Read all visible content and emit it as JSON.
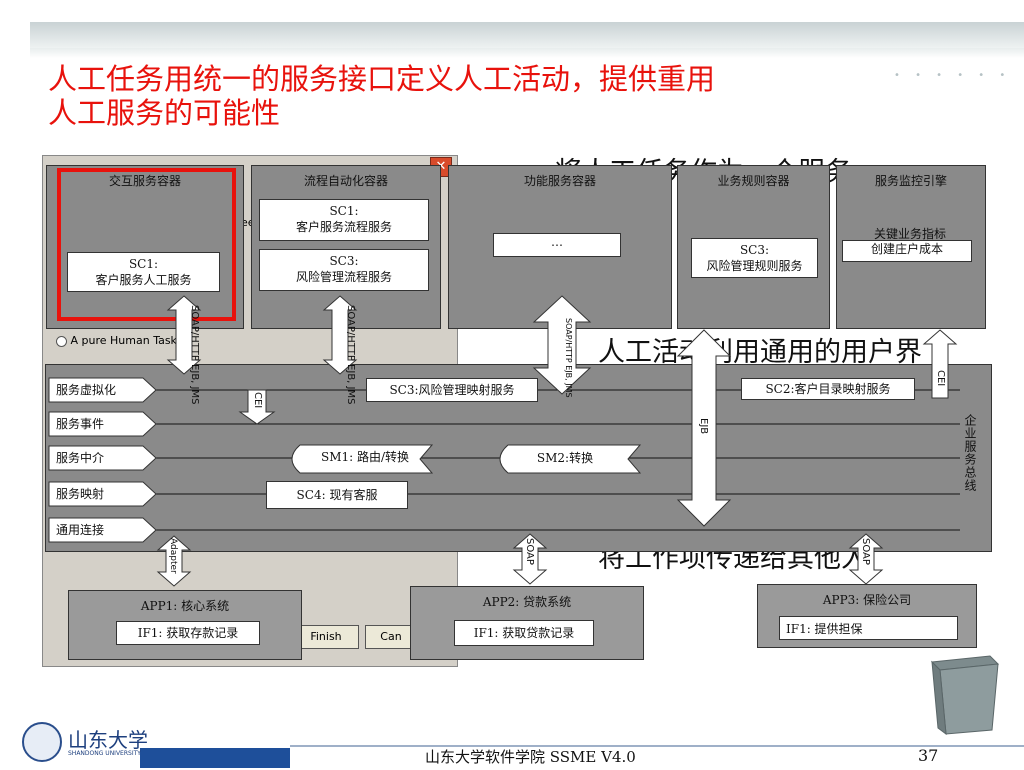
{
  "slide": {
    "title_line1": "人工任务用统一的服务接口定义人工活动，提供重用",
    "title_line2": "人工服务的可能性",
    "behind_text": [
      "将人工任务作为一个服务",
      "人工活动利用通用的用户界",
      "将工作项传递给其他人"
    ],
    "footer_text": "山东大学软件学院    SSME V4.0",
    "page_number": "37",
    "logo_text": "山东大学",
    "logo_sub": "SHANDONG UNIVERSITY"
  },
  "dialog": {
    "radio_label": "A pure Human Task",
    "finish_label": "Finish",
    "cancel_label": "Can",
    "fragment_label": "ee"
  },
  "containers": {
    "interaction": {
      "title": "交互服务容器",
      "sc1_line1": "SC1:",
      "sc1_line2": "客户服务人工服务"
    },
    "process": {
      "title": "流程自动化容器",
      "sc1_line1": "SC1:",
      "sc1_line2": "客户服务流程服务",
      "sc3_line1": "SC3:",
      "sc3_line2": "风险管理流程服务"
    },
    "function": {
      "title": "功能服务容器",
      "placeholder": "…"
    },
    "rules": {
      "title": "业务规则容器",
      "sc3_line1": "SC3:",
      "sc3_line2": "风险管理规则服务"
    },
    "monitor": {
      "title": "服务监控引擎",
      "kpi_line1": "关键业务指标",
      "kpi_line2": "创建庄户成本"
    }
  },
  "protocols": {
    "soap_http_1": "SOAP/HTTP EJB, JMS",
    "soap_http_2": "SOAP/HTTP EJB, JMS",
    "soap_http_3": "SOAP/HTTP EJB, JMS",
    "cei_1": "CEI",
    "cei_2": "CEI",
    "ejb": "EJB",
    "adapter": "Adapter",
    "soap_1": "SOAP",
    "soap_2": "SOAP"
  },
  "esb": {
    "label": "企业服务总线",
    "lanes": [
      "服务虚拟化",
      "服务事件",
      "服务中介",
      "服务映射",
      "通用连接"
    ],
    "sc3_mapping": "SC3:风险管理映射服务",
    "sc2_mapping": "SC2:客户目录映射服务",
    "sm1": "SM1: 路由/转换",
    "sm2": "SM2:转换",
    "sc4": "SC4: 现有客服"
  },
  "apps": {
    "app1": {
      "title": "APP1: 核心系统",
      "if": "IF1: 获取存款记录"
    },
    "app2": {
      "title": "APP2: 贷款系统",
      "if": "IF1: 获取贷款记录"
    },
    "app3": {
      "title": "APP3: 保险公司",
      "if": "IF1: 提供担保"
    }
  },
  "colors": {
    "title": "#e8120c",
    "box": "#8a8a8a",
    "selection": "#e8120c",
    "footer_blue": "#1e4f9a"
  }
}
